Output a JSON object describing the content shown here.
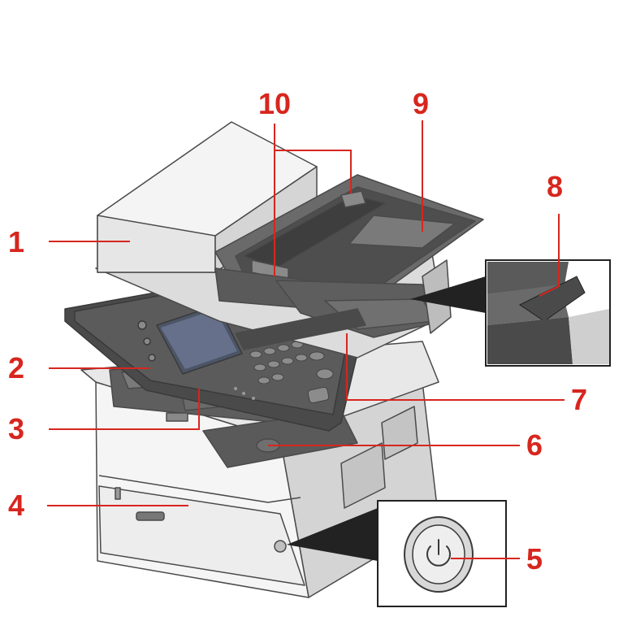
{
  "callouts": [
    {
      "id": 1,
      "label": "1"
    },
    {
      "id": 2,
      "label": "2"
    },
    {
      "id": 3,
      "label": "3"
    },
    {
      "id": 4,
      "label": "4"
    },
    {
      "id": 5,
      "label": "5"
    },
    {
      "id": 6,
      "label": "6"
    },
    {
      "id": 7,
      "label": "7"
    },
    {
      "id": 8,
      "label": "8"
    },
    {
      "id": 9,
      "label": "9"
    },
    {
      "id": 10,
      "label": "10"
    }
  ],
  "colors": {
    "callout": "#d7261e",
    "leader": "#d7261e",
    "outline": "#4a4a4a",
    "body_light": "#f4f4f4",
    "body_mid": "#cfcfcf",
    "body_dark": "#5a5a5a",
    "panel_dark": "#3c3c3c",
    "screen": "#4c5566"
  },
  "icons": [
    "power-button-icon"
  ]
}
